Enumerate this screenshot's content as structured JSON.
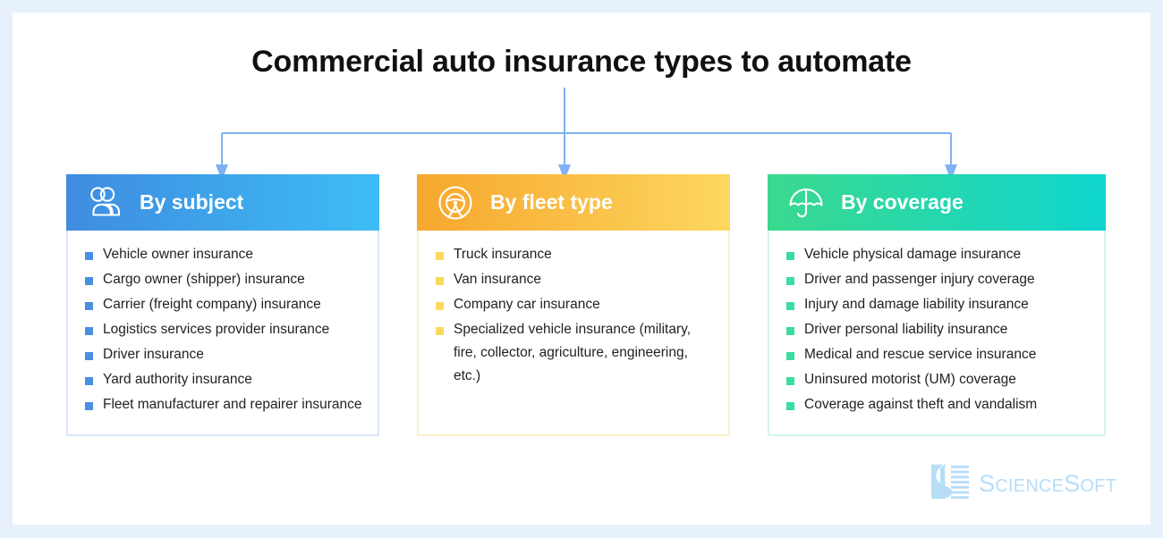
{
  "page": {
    "title": "Commercial auto insurance types to automate",
    "background_color": "#e6f1fc",
    "panel_color": "#ffffff",
    "connector_color": "#7fb2f2"
  },
  "cards": [
    {
      "id": "subject",
      "header_title": "By subject",
      "icon": "people-group-icon",
      "header_gradient_from": "#3f8ce0",
      "header_gradient_to": "#3dbdf5",
      "border_color": "#d7e6f8",
      "bullet_color": "#4a8fe0",
      "items": [
        "Vehicle owner insurance",
        "Cargo owner (shipper) insurance",
        "Carrier (freight company) insurance",
        "Logistics services provider insurance",
        "Driver insurance",
        "Yard authority insurance",
        "Fleet manufacturer and repairer insurance"
      ]
    },
    {
      "id": "fleet",
      "header_title": "By fleet type",
      "icon": "steering-wheel-icon",
      "header_gradient_from": "#f7a72e",
      "header_gradient_to": "#fcd75f",
      "border_color": "#fbf0cb",
      "bullet_color": "#fbd960",
      "items": [
        "Truck insurance",
        "Van insurance",
        "Company car insurance",
        "Specialized vehicle insurance (military, fire, collector, agriculture, engineering, etc.)"
      ]
    },
    {
      "id": "coverage",
      "header_title": "By coverage",
      "icon": "umbrella-icon",
      "header_gradient_from": "#3ad98e",
      "header_gradient_to": "#0fd5ce",
      "border_color": "#d4f5e6",
      "bullet_color": "#3adca0",
      "items": [
        "Vehicle physical damage insurance",
        "Driver and passenger injury coverage",
        "Injury and damage liability insurance",
        "Driver personal liability insurance",
        "Medical and rescue service insurance",
        "Uninsured motorist (UM) coverage",
        "Coverage against theft and vandalism"
      ]
    }
  ],
  "logo": {
    "name": "ScienceSoft",
    "part1_big": "S",
    "part1_small": "CIENCE",
    "part2_big": "S",
    "part2_small": "OFT",
    "color": "#b7ddf7"
  }
}
